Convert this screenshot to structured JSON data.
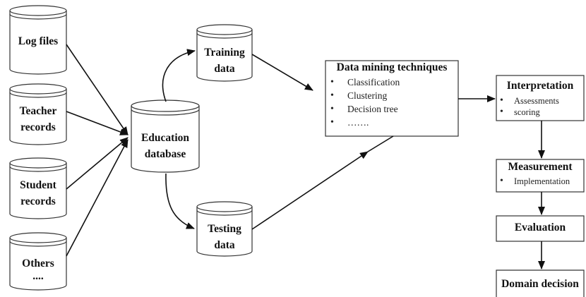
{
  "sources": {
    "log_files": [
      "Log files"
    ],
    "teacher_records": [
      "Teacher",
      "records"
    ],
    "student_records": [
      "Student",
      "records"
    ],
    "others": [
      "Others",
      "...."
    ]
  },
  "education_database": [
    "Education",
    "database"
  ],
  "training_data": [
    "Training",
    "data"
  ],
  "testing_data": [
    "Testing",
    "data"
  ],
  "data_mining": {
    "title": "Data mining techniques",
    "items": [
      "Classification",
      "Clustering",
      "Decision tree",
      "……."
    ]
  },
  "interpretation": {
    "title": "Interpretation",
    "items": [
      "Assessments",
      "scoring"
    ]
  },
  "measurement": {
    "title": "Measurement",
    "items": [
      "Implementation"
    ]
  },
  "evaluation": {
    "title": "Evaluation"
  },
  "domain_decision": {
    "title": "Domain decision"
  }
}
